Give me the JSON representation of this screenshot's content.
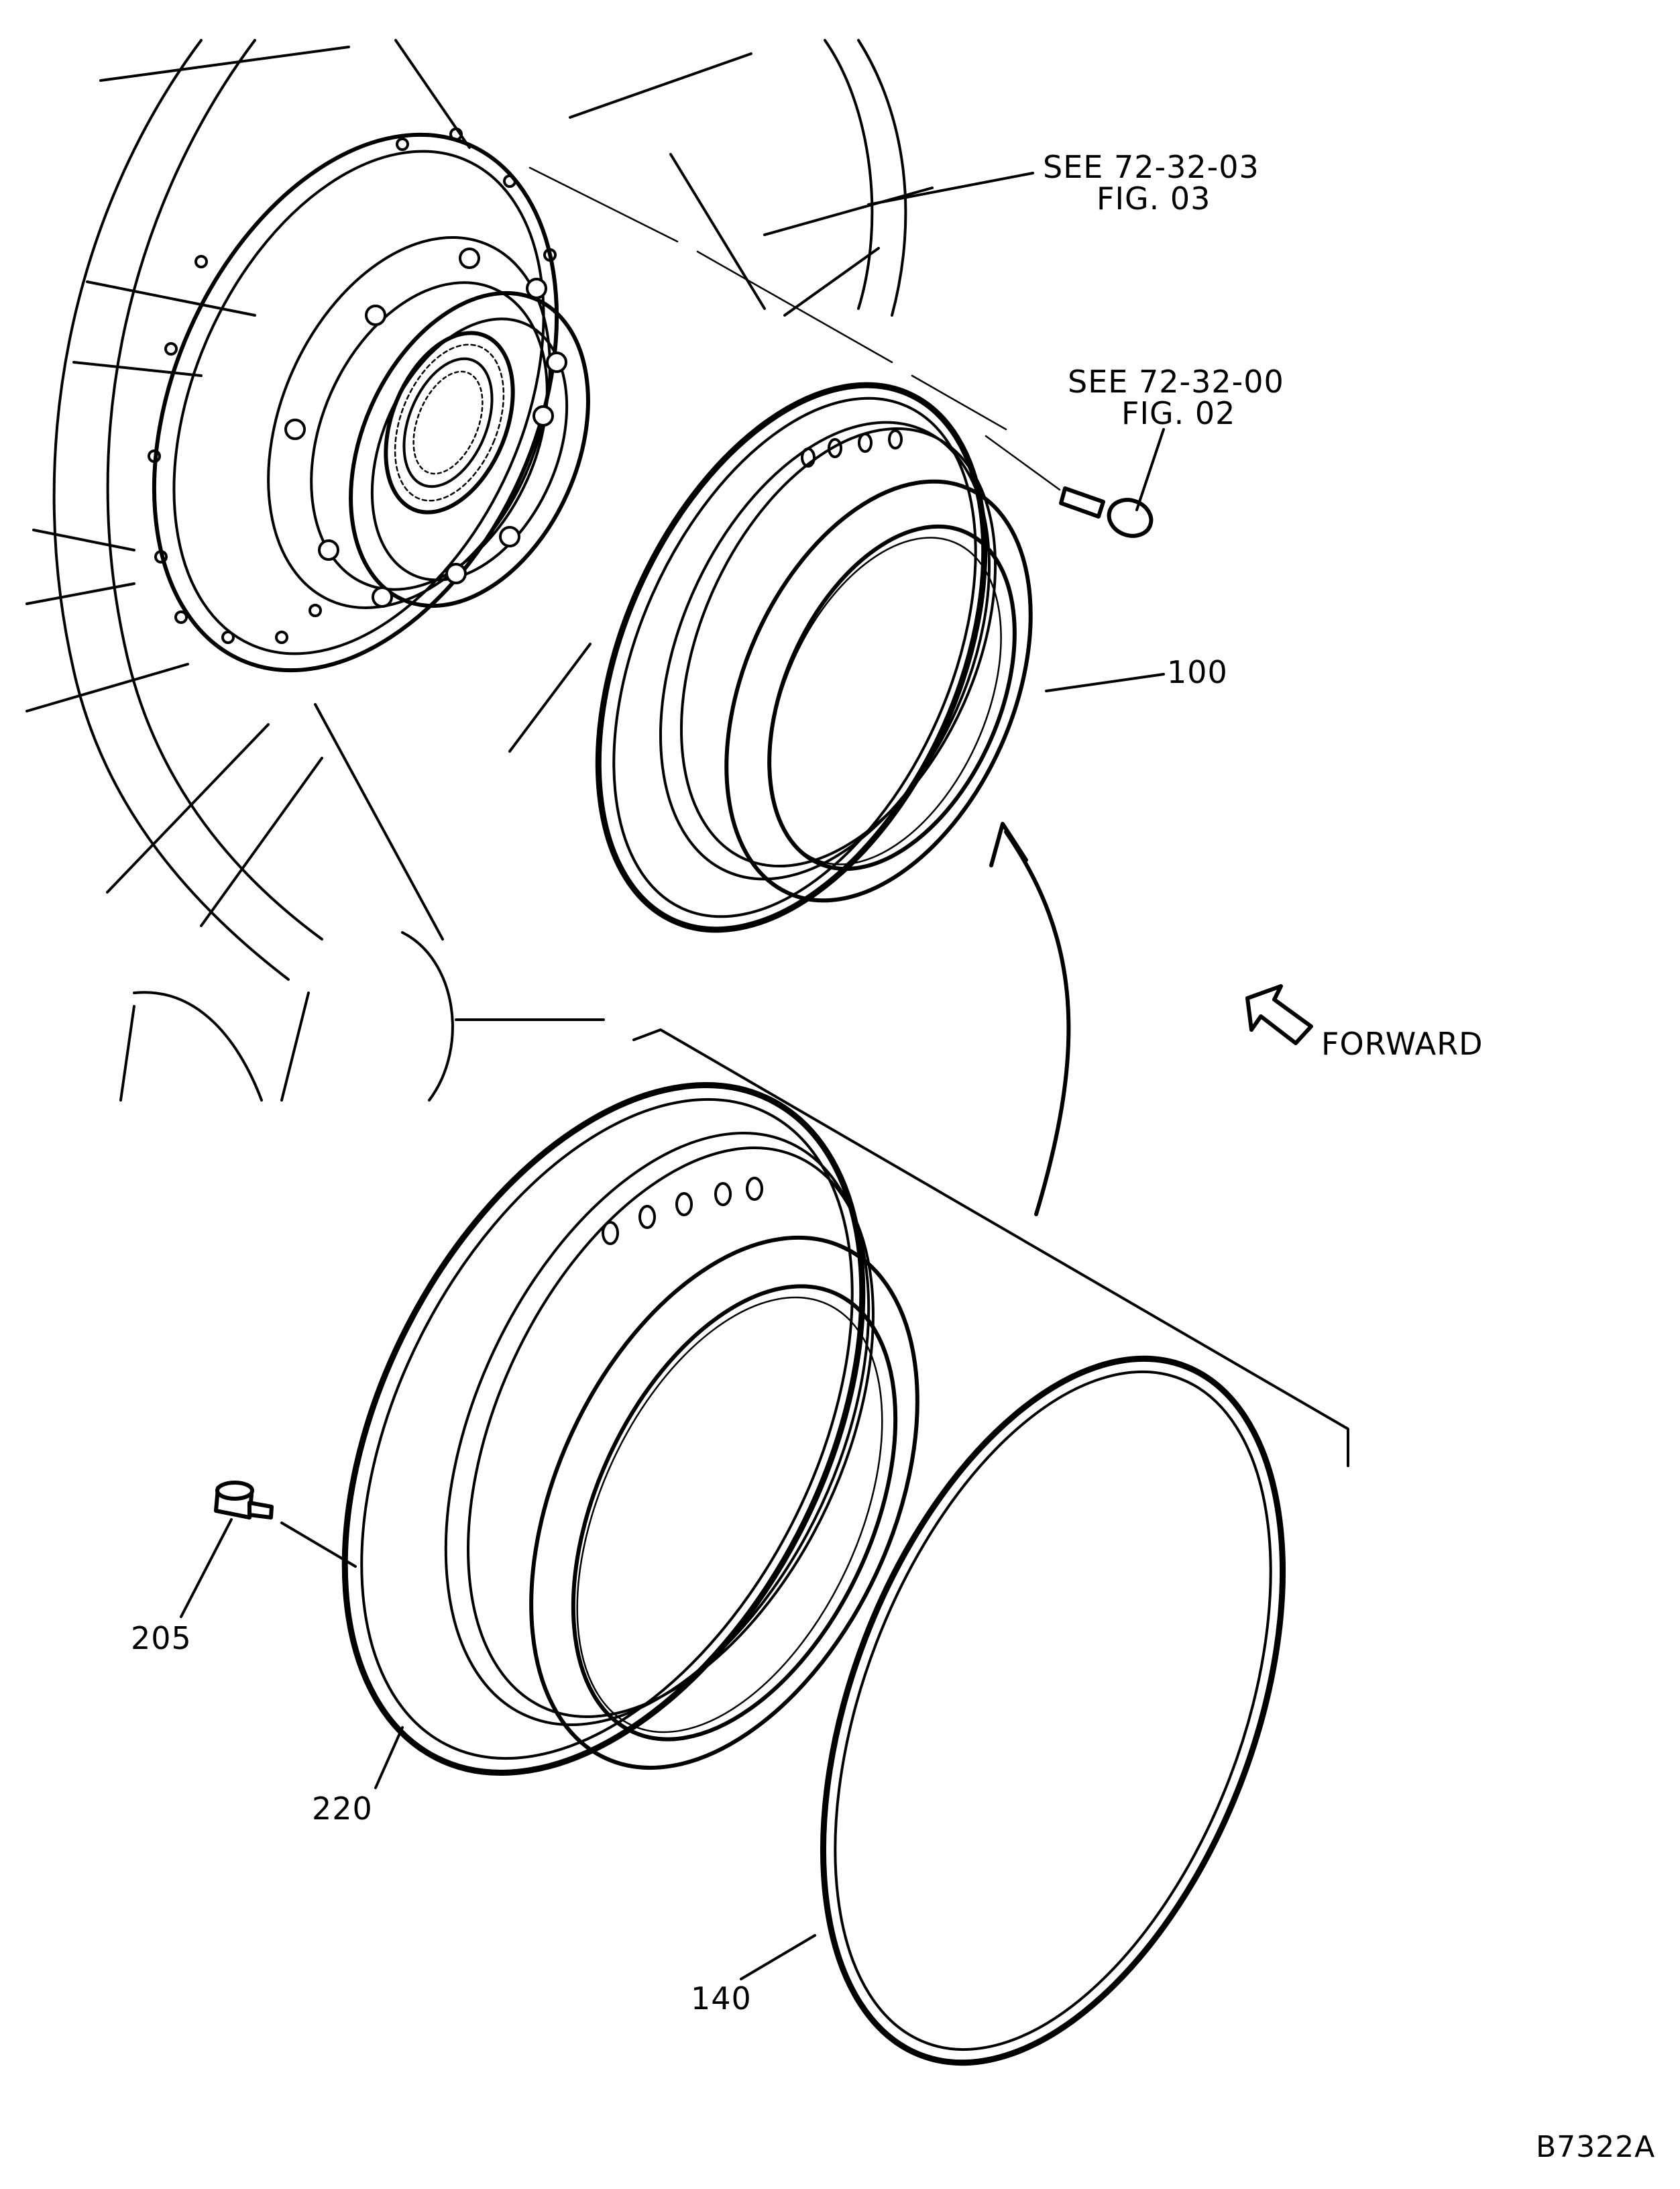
{
  "references": {
    "ref_fig03_line1": "SEE  72-32-03",
    "ref_fig03_line2": "FIG. 03",
    "ref_fig02_line1": "SEE  72-32-00",
    "ref_fig02_line2": "FIG. 02"
  },
  "callouts": {
    "item_100": "100",
    "item_205": "205",
    "item_220": "220",
    "item_140": "140"
  },
  "direction": {
    "forward_label": "FORWARD"
  },
  "figure": {
    "code": "B7322A"
  }
}
